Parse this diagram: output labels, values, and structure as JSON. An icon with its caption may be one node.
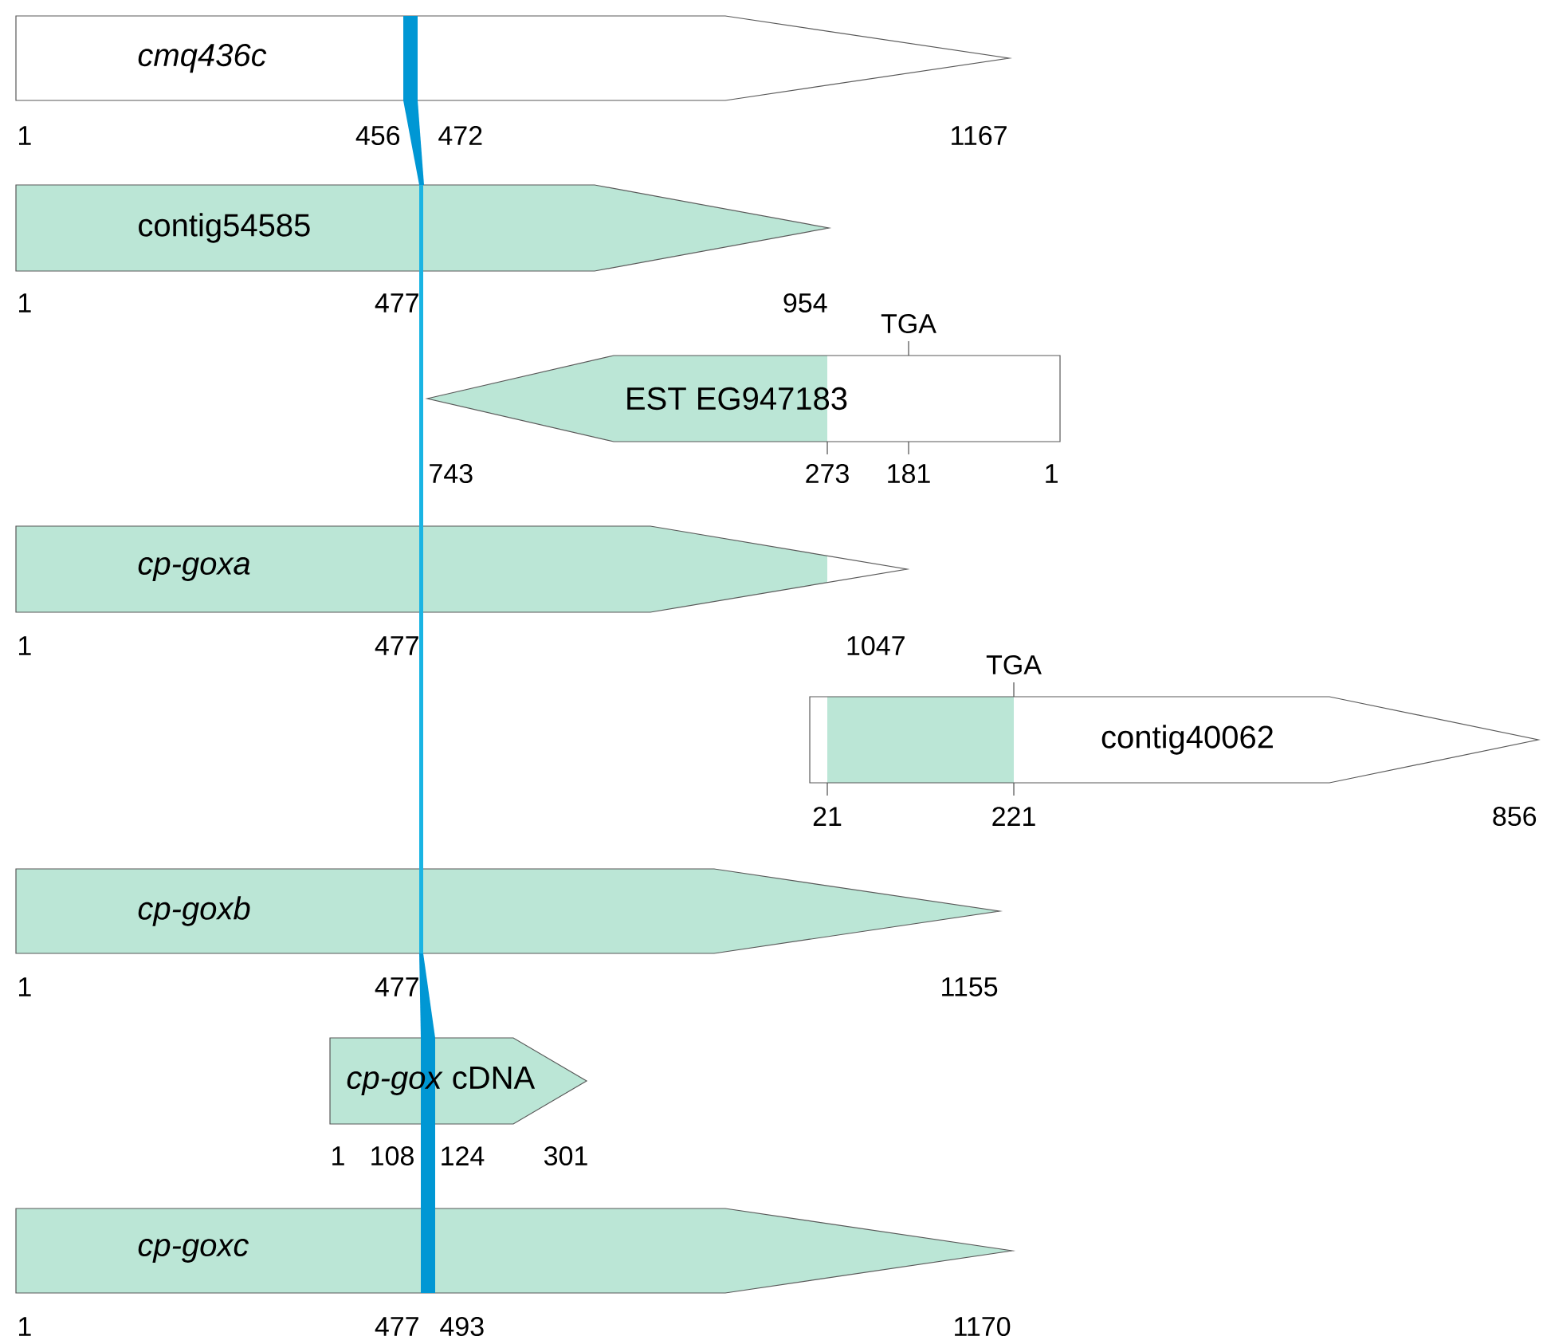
{
  "diagram": {
    "nodes": [
      {
        "text": [
          "cmq436c"
        ],
        "beside": [
          "1",
          "456",
          "472",
          "1167"
        ]
      },
      {
        "text": [
          "contig54585"
        ],
        "beside": [
          "1",
          "477",
          "954"
        ]
      },
      {
        "text": [
          "EST EG947183"
        ],
        "beside": [
          "TGA",
          "743",
          "273",
          "181",
          "1"
        ]
      },
      {
        "text": [
          "cp-goxa"
        ],
        "beside": [
          "1",
          "477",
          "1047"
        ]
      },
      {
        "text": [
          "contig40062"
        ],
        "beside": [
          "TGA",
          "21",
          "221",
          "856"
        ]
      },
      {
        "text": [
          "cp-goxb"
        ],
        "beside": [
          "1",
          "477",
          "1155"
        ]
      },
      {
        "text": [
          "*cp-gox* cDNA"
        ],
        "beside": [
          "1",
          "108",
          "124",
          "301"
        ]
      },
      {
        "text": [
          "cp-goxc"
        ],
        "beside": [
          "1",
          "477",
          "493",
          "1170"
        ]
      }
    ]
  }
}
